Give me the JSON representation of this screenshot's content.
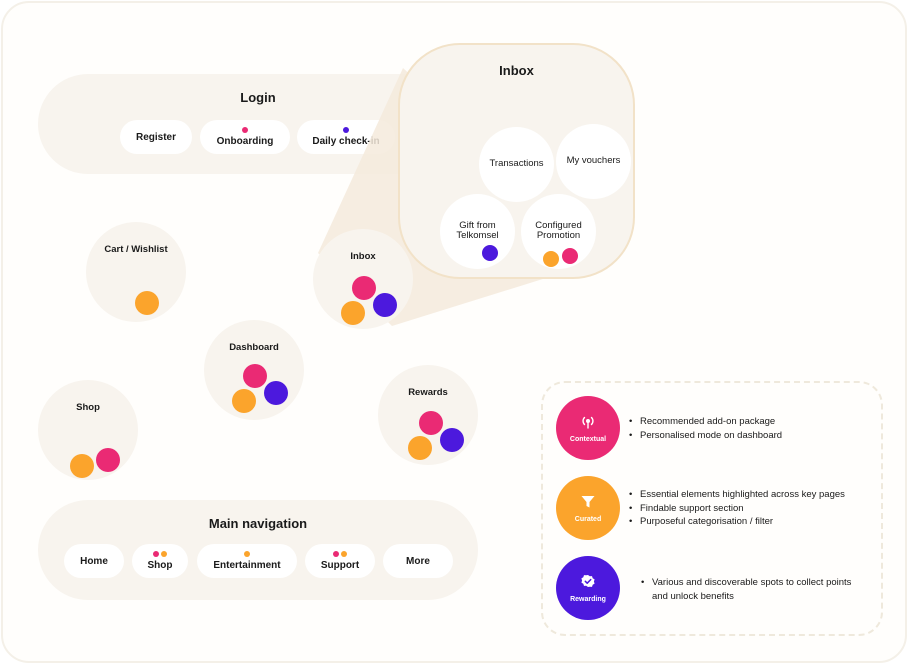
{
  "colors": {
    "pink": "#ea2a74",
    "orange": "#fba42c",
    "purple": "#4c19dd",
    "cream": "#f8f4ee"
  },
  "login": {
    "title": "Login",
    "chips": [
      {
        "label": "Register",
        "dots": []
      },
      {
        "label": "Onboarding",
        "dots": [
          "pink"
        ]
      },
      {
        "label": "Daily check-in",
        "dots": [
          "purple"
        ]
      }
    ]
  },
  "nodes": {
    "cart": {
      "label": "Cart / Wishlist"
    },
    "inbox": {
      "label": "Inbox"
    },
    "dashboard": {
      "label": "Dashboard"
    },
    "shop": {
      "label": "Shop"
    },
    "rewards": {
      "label": "Rewards"
    }
  },
  "inbox_zoom": {
    "title": "Inbox",
    "items": [
      {
        "label": "Transactions"
      },
      {
        "label": "My vouchers"
      },
      {
        "label": "Gift from Telkomsel"
      },
      {
        "label": "Configured Promotion"
      }
    ]
  },
  "main_nav": {
    "title": "Main navigation",
    "chips": [
      {
        "label": "Home",
        "dots": []
      },
      {
        "label": "Shop",
        "dots": [
          "pink",
          "orange"
        ]
      },
      {
        "label": "Entertainment",
        "dots": [
          "orange"
        ]
      },
      {
        "label": "Support",
        "dots": [
          "pink",
          "orange"
        ]
      },
      {
        "label": "More",
        "dots": []
      }
    ]
  },
  "legend": [
    {
      "name": "Contextual",
      "icon": "broadcast-icon",
      "color": "#ea2a74",
      "bullets": [
        "Recommended add-on package",
        "Personalised mode on dashboard"
      ]
    },
    {
      "name": "Curated",
      "icon": "filter-icon",
      "color": "#fba42c",
      "bullets": [
        "Essential elements highlighted across key pages",
        "Findable support section",
        "Purposeful categorisation / filter"
      ]
    },
    {
      "name": "Rewarding",
      "icon": "verified-badge-icon",
      "color": "#4c19dd",
      "bullets": [
        "Various and discoverable spots to collect points and unlock benefits"
      ]
    }
  ]
}
